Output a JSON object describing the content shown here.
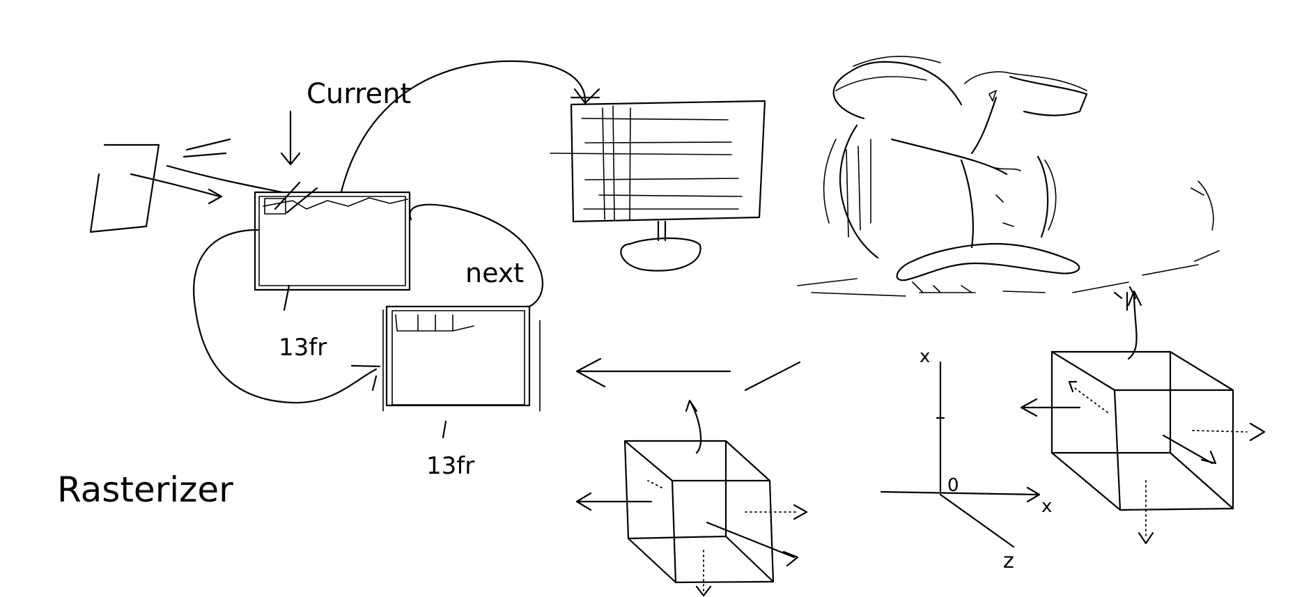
{
  "labels": {
    "current": "Current",
    "next": "next",
    "buffer_top": "13fr",
    "buffer_bottom": "13fr",
    "rasterizer": "Rasterizer",
    "axis_x_horizontal": "x",
    "axis_x_vertical": "x",
    "axis_z": "z",
    "axis_origin": "0"
  },
  "colors": {
    "ink": "#000000",
    "paper": "#ffffff"
  }
}
